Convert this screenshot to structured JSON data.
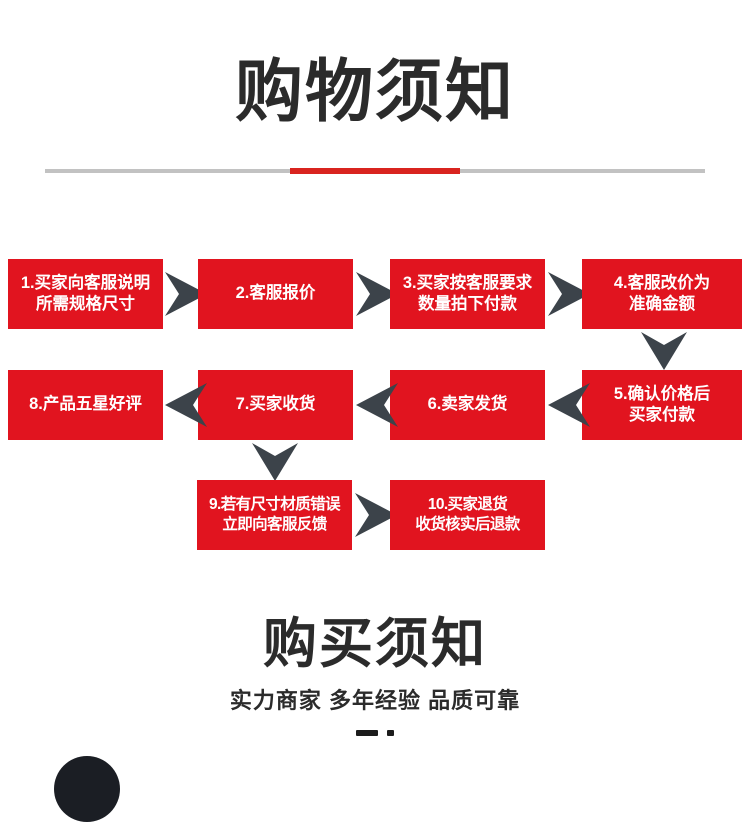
{
  "header": {
    "title": "购物须知",
    "divider": {
      "base_color": "#c2c2c2",
      "accent_color": "#d9241f"
    }
  },
  "theme": {
    "box_fill": "#e1141f",
    "box_text": "#ffffff",
    "arrow_color": "#3c434a",
    "heading_color": "#2b2b2b"
  },
  "flowchart": {
    "type": "process-flow",
    "rows": 3,
    "steps": [
      {
        "id": 1,
        "line1": "1.买家向客服说明",
        "line2": "所需规格尺寸"
      },
      {
        "id": 2,
        "line1": "2.客服报价",
        "line2": ""
      },
      {
        "id": 3,
        "line1": "3.买家按客服要求",
        "line2": "数量拍下付款"
      },
      {
        "id": 4,
        "line1": "4.客服改价为",
        "line2": "准确金额"
      },
      {
        "id": 5,
        "line1": "5.确认价格后",
        "line2": "买家付款"
      },
      {
        "id": 6,
        "line1": "6.卖家发货",
        "line2": ""
      },
      {
        "id": 7,
        "line1": "7.买家收货",
        "line2": ""
      },
      {
        "id": 8,
        "line1": "8.产品五星好评",
        "line2": ""
      },
      {
        "id": 9,
        "line1": "9.若有尺寸材质错误",
        "line2": "立即向客服反馈"
      },
      {
        "id": 10,
        "line1": "10.买家退货",
        "line2": "收货核实后退款"
      }
    ],
    "connectors": [
      {
        "from": 1,
        "to": 2,
        "direction": "right"
      },
      {
        "from": 2,
        "to": 3,
        "direction": "right"
      },
      {
        "from": 3,
        "to": 4,
        "direction": "right"
      },
      {
        "from": 4,
        "to": 5,
        "direction": "down"
      },
      {
        "from": 5,
        "to": 6,
        "direction": "left"
      },
      {
        "from": 6,
        "to": 7,
        "direction": "left"
      },
      {
        "from": 7,
        "to": 8,
        "direction": "left"
      },
      {
        "from": 7,
        "to": 9,
        "direction": "down"
      },
      {
        "from": 9,
        "to": 10,
        "direction": "right"
      }
    ]
  },
  "footer": {
    "title": "购买须知",
    "subtitle": "实力商家 多年经验 品质可靠"
  }
}
